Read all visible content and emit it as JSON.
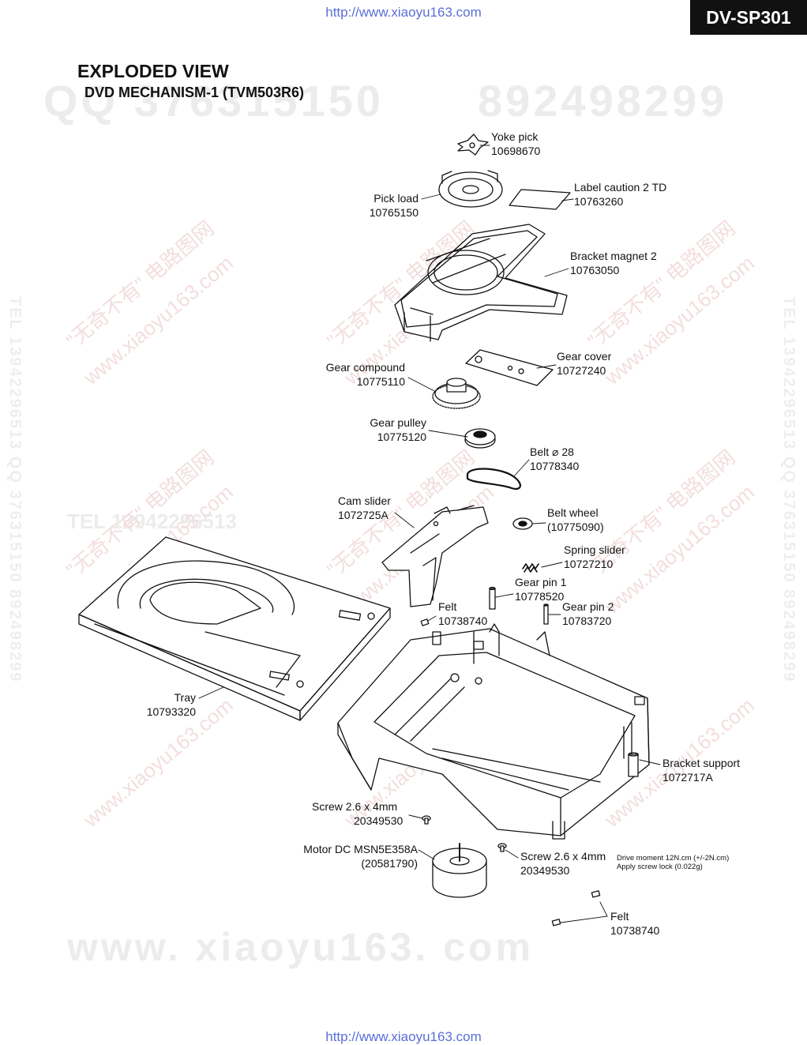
{
  "header": {
    "url_top": "http://www.xiaoyu163.com",
    "model": "DV-SP301",
    "title": "EXPLODED VIEW",
    "subtitle": "DVD MECHANISM-1 (TVM503R6)"
  },
  "footer": {
    "url_bottom": "http://www.xiaoyu163.com"
  },
  "watermarks": {
    "qq": "QQ 376315150",
    "qq2": "892498299",
    "tel": "TEL 13942296513",
    "site_cn": "\"无奇不有\" 电路图网",
    "site": "www.xiaoyu163.com",
    "side": "TEL 13942296513  QQ 376315150  892498299",
    "bottom": "www. xiaoyu163. com"
  },
  "parts": [
    {
      "id": "yoke-pick",
      "name": "Yoke pick",
      "code": "10698670"
    },
    {
      "id": "label-caution",
      "name": "Label caution 2 TD",
      "code": "10763260"
    },
    {
      "id": "pick-load",
      "name": "Pick load",
      "code": "10765150"
    },
    {
      "id": "bracket-magnet",
      "name": "Bracket magnet 2",
      "code": "10763050"
    },
    {
      "id": "gear-cover",
      "name": "Gear cover",
      "code": "10727240"
    },
    {
      "id": "gear-compound",
      "name": "Gear compound",
      "code": "10775110"
    },
    {
      "id": "gear-pulley",
      "name": "Gear pulley",
      "code": "10775120"
    },
    {
      "id": "belt",
      "name": "Belt ⌀ 28",
      "code": "10778340"
    },
    {
      "id": "cam-slider",
      "name": "Cam slider",
      "code": "1072725A"
    },
    {
      "id": "belt-wheel",
      "name": "Belt wheel",
      "code": "(10775090)"
    },
    {
      "id": "spring-slider",
      "name": "Spring slider",
      "code": "10727210"
    },
    {
      "id": "gear-pin-1",
      "name": "Gear pin 1",
      "code": "10778520"
    },
    {
      "id": "felt-1",
      "name": "Felt",
      "code": "10738740"
    },
    {
      "id": "gear-pin-2",
      "name": "Gear pin 2",
      "code": "10783720"
    },
    {
      "id": "tray",
      "name": "Tray",
      "code": "10793320"
    },
    {
      "id": "bracket-support",
      "name": "Bracket support",
      "code": "1072717A"
    },
    {
      "id": "screw-1",
      "name": "Screw  2.6 x 4mm",
      "code": "20349530"
    },
    {
      "id": "motor-dc",
      "name": "Motor DC  MSN5E358A",
      "code": "(20581790)"
    },
    {
      "id": "screw-2",
      "name": "Screw  2.6 x 4mm",
      "code": "20349530"
    },
    {
      "id": "felt-2",
      "name": "Felt",
      "code": "10738740"
    }
  ],
  "notes": {
    "drive_moment": "Drive moment 12N.cm (+/-2N.cm)",
    "screw_lock": "Apply screw lock (0.022g)"
  }
}
